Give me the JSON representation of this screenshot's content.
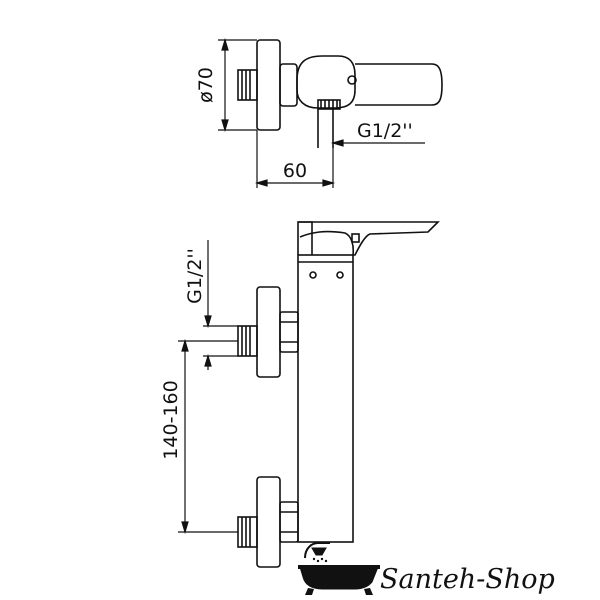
{
  "dimensions": {
    "diameter": "ø70",
    "depth": "60",
    "thread_top": "G1/2''",
    "thread_side": "G1/2''",
    "spacing": "140-160"
  },
  "brand": {
    "name": "Santeh-Shop"
  },
  "colors": {
    "line": "#111111",
    "background": "#ffffff"
  },
  "icons": {
    "logo": "bathtub-shower-icon"
  }
}
